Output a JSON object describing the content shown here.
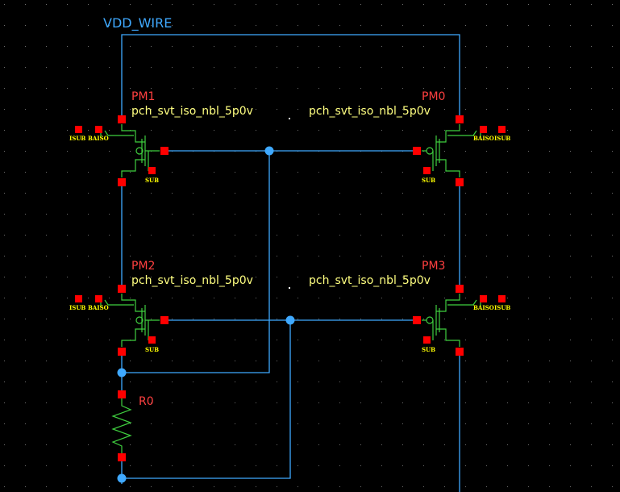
{
  "net": {
    "label": "VDD_WIRE"
  },
  "instances": {
    "pm1": {
      "name": "PM1",
      "cell": "pch_svt_iso_nbl_5p0v"
    },
    "pm0": {
      "name": "PM0",
      "cell": "pch_svt_iso_nbl_5p0v"
    },
    "pm2": {
      "name": "PM2",
      "cell": "pch_svt_iso_nbl_5p0v"
    },
    "pm3": {
      "name": "PM3",
      "cell": "pch_svt_iso_nbl_5p0v"
    },
    "r0": {
      "name": "R0"
    }
  },
  "pins": {
    "isub": "ISUB",
    "baiso": "BAISO",
    "sub": "SUB"
  },
  "colors": {
    "background": "#000000",
    "wire": "#3fa9ff",
    "device": "#3fcf3f",
    "pin": "#ff0000",
    "label_red": "#ff4040",
    "label_net": "#3fa9ff",
    "label_cell": "#ffff80",
    "pin_text": "#ffff00",
    "grid": "#6f6f6f"
  }
}
